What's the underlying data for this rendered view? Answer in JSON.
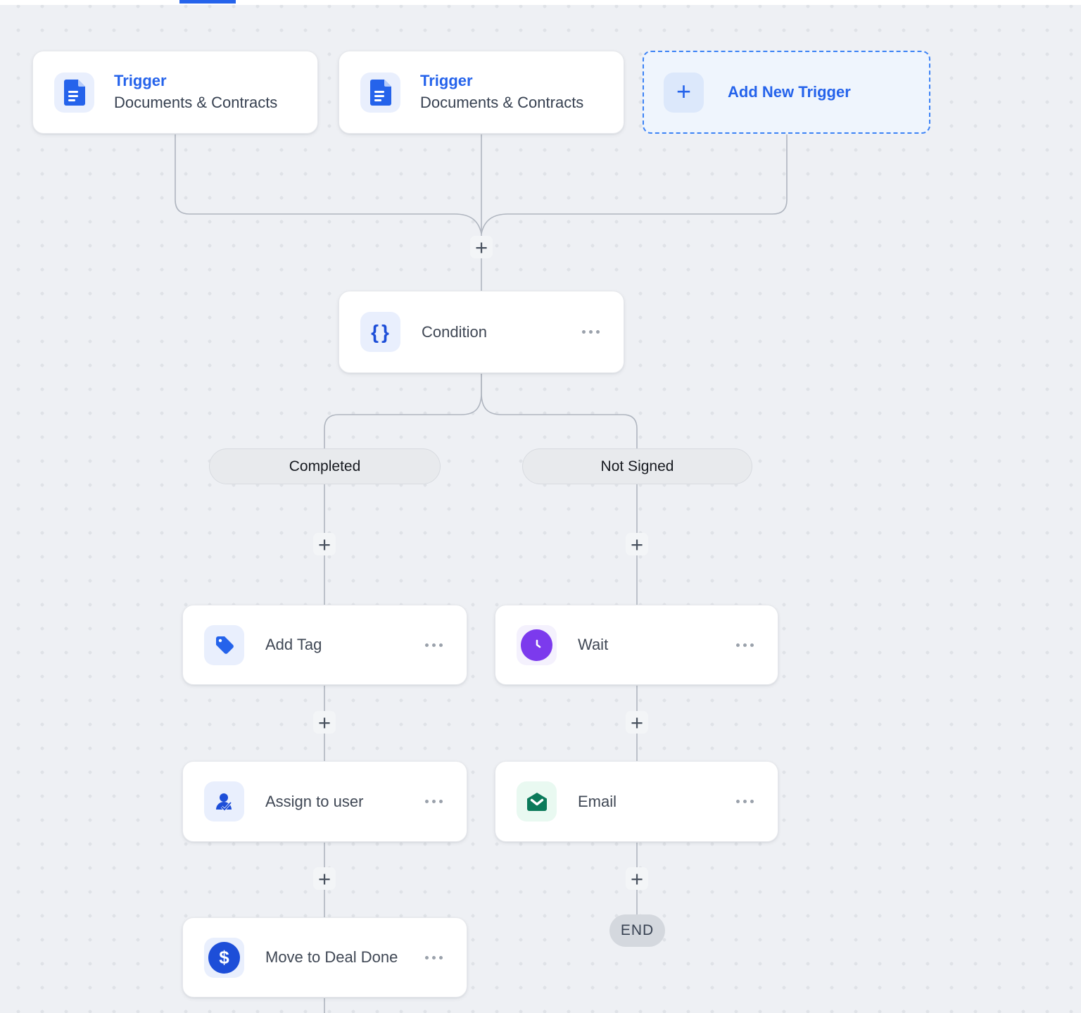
{
  "top_bar": {
    "active_tab_indicator_color": "#2563EB"
  },
  "colors": {
    "canvas_bg": "#EEF0F4",
    "wire": "#AFB5BF",
    "accent_blue": "#2563EB",
    "icon_box_blue": "#E9EFFD",
    "wait_purple": "#7C3AED",
    "email_green": "#0B7A5A",
    "pill_gray": "#E8EAED",
    "end_gray": "#D4D8DE"
  },
  "flow": {
    "plus_label": "+",
    "trigger1": {
      "title": "Trigger",
      "subtitle": "Documents & Contracts",
      "icon": "document-icon"
    },
    "trigger2": {
      "title": "Trigger",
      "subtitle": "Documents & Contracts",
      "icon": "document-icon"
    },
    "add_trigger": {
      "label": "Add New Trigger",
      "icon": "plus-icon"
    },
    "condition": {
      "label": "Condition",
      "glyph": "{}",
      "icon": "braces-icon"
    },
    "branch_left": {
      "pill": "Completed"
    },
    "branch_right": {
      "pill": "Not Signed"
    },
    "add_tag": {
      "label": "Add Tag",
      "icon": "tag-icon"
    },
    "wait": {
      "label": "Wait",
      "icon": "clock-icon"
    },
    "assign": {
      "label": "Assign to user",
      "icon": "user-check-icon"
    },
    "email": {
      "label": "Email",
      "icon": "envelope-open-icon"
    },
    "move": {
      "label": "Move to Deal Done",
      "icon": "dollar-icon"
    },
    "end": {
      "label": "END"
    }
  }
}
